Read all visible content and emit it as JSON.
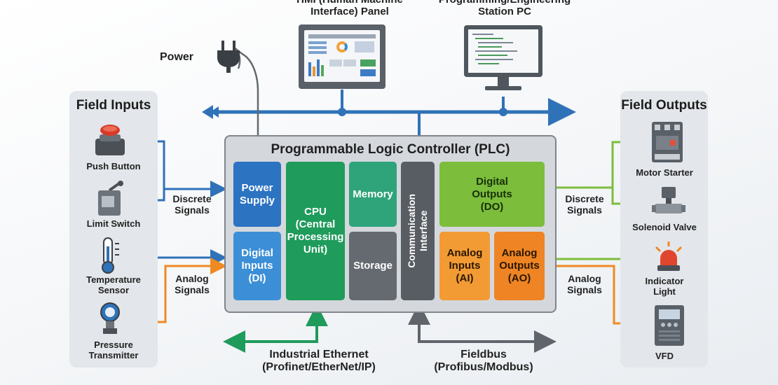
{
  "header": {
    "hmi_label": "HMI (Human Machine\nInterface) Panel",
    "pc_label": "Programming/Engineering\nStation PC",
    "power_label": "Power"
  },
  "field_inputs": {
    "title": "Field Inputs",
    "items": [
      {
        "label": "Push Button",
        "icon": "push-button-icon"
      },
      {
        "label": "Limit Switch",
        "icon": "limit-switch-icon"
      },
      {
        "label": "Temperature\nSensor",
        "icon": "thermometer-icon"
      },
      {
        "label": "Pressure\nTransmitter",
        "icon": "pressure-gauge-icon"
      }
    ]
  },
  "field_outputs": {
    "title": "Field Outputs",
    "items": [
      {
        "label": "Motor Starter",
        "icon": "motor-starter-icon"
      },
      {
        "label": "Solenoid Valve",
        "icon": "solenoid-valve-icon"
      },
      {
        "label": "Indicator\nLight",
        "icon": "indicator-light-icon"
      },
      {
        "label": "VFD",
        "icon": "vfd-icon"
      }
    ]
  },
  "plc": {
    "title": "Programmable Logic Controller (PLC)",
    "modules": {
      "power_supply": "Power\nSupply",
      "digital_inputs": "Digital\nInputs\n(DI)",
      "cpu": "CPU\n(Central\nProcessing\nUnit)",
      "memory": "Memory",
      "storage": "Storage",
      "communication": "Communication\nInterface",
      "digital_outputs": "Digital\nOutputs\n(DO)",
      "analog_inputs": "Analog\nInputs\n(AI)",
      "analog_outputs": "Analog\nOutputs\n(AO)"
    }
  },
  "signals": {
    "left_discrete": "Discrete\nSignals",
    "left_analog": "Analog\nSignals",
    "right_discrete": "Discrete\nSignals",
    "right_analog": "Analog\nSignals"
  },
  "buses": {
    "ethernet": "Industrial Ethernet\n(Profinet/EtherNet/IP)",
    "fieldbus": "Fieldbus\n(Profibus/Modbus)"
  },
  "colors": {
    "blue": "#2f72b8",
    "green": "#1f9b5b",
    "lime": "#7cbd3c",
    "orange": "#ef8a22",
    "gray": "#6a6f75",
    "dark_gray": "#585d63"
  }
}
